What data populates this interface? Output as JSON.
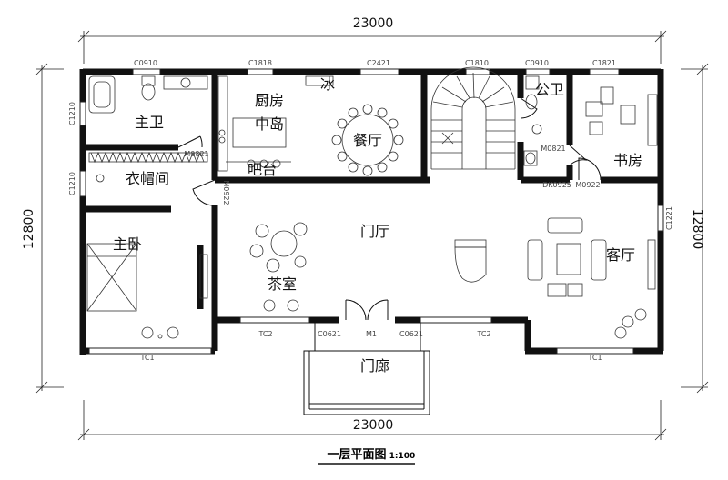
{
  "drawing": {
    "title": "一层平面图",
    "scale": "1:100",
    "dim_top": "23000",
    "dim_bottom": "23000",
    "dim_left": "12800",
    "dim_right": "12800"
  },
  "rooms": {
    "master_bath": "主卫",
    "wardrobe": "衣帽间",
    "master_bedroom": "主卧",
    "kitchen": "厨房",
    "island": "中岛",
    "fridge": "冰",
    "bar": "吧台",
    "dining": "餐厅",
    "public_bath": "公卫",
    "study": "书房",
    "foyer": "门厅",
    "living": "客厅",
    "tea_room": "茶室",
    "porch": "门廊"
  },
  "codes": {
    "w_c0910_a": "C0910",
    "w_c1818": "C1818",
    "w_c2421": "C2421",
    "w_c1810": "C1810",
    "w_c0910_b": "C0910",
    "w_c1821": "C1821",
    "w_c1210_a": "C1210",
    "w_c1210_b": "C1210",
    "w_c1221": "C1221",
    "d_m0821_a": "M0821",
    "d_m0922_a": "M0922",
    "d_m0821_b": "M0821",
    "d_dk0925": "DK0925",
    "d_m0922_b": "M0922",
    "w_tc2_a": "TC2",
    "w_c0621_a": "C0621",
    "d_m1": "M1",
    "w_c0621_b": "C0621",
    "w_tc2_b": "TC2",
    "w_tc1_a": "TC1",
    "w_tc1_b": "TC1"
  }
}
